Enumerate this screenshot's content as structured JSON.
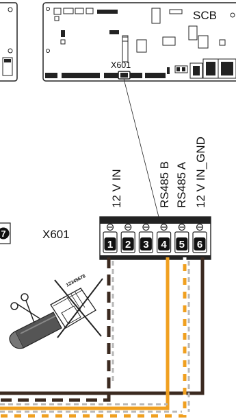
{
  "board": {
    "name": "SCB",
    "connector": "X601"
  },
  "step_badge": "7",
  "connector_label": "X601",
  "terminals": [
    {
      "number": "1",
      "label": "12 V IN"
    },
    {
      "number": "2",
      "label": ""
    },
    {
      "number": "3",
      "label": ""
    },
    {
      "number": "4",
      "label": "RS485 B"
    },
    {
      "number": "5",
      "label": "RS485 A"
    },
    {
      "number": "6",
      "label": "12 V IN_GND"
    }
  ],
  "rj45_plug_pins": "12345678",
  "wire_colors": {
    "dark_brown": "#3b2a20",
    "orange": "#f0a020",
    "grey_dash": "#b8b8b8",
    "white": "#ffffff"
  },
  "icons": [
    "scissors-icon",
    "rj45-plug-icon",
    "cable-icon",
    "prohibited-cross-icon"
  ]
}
